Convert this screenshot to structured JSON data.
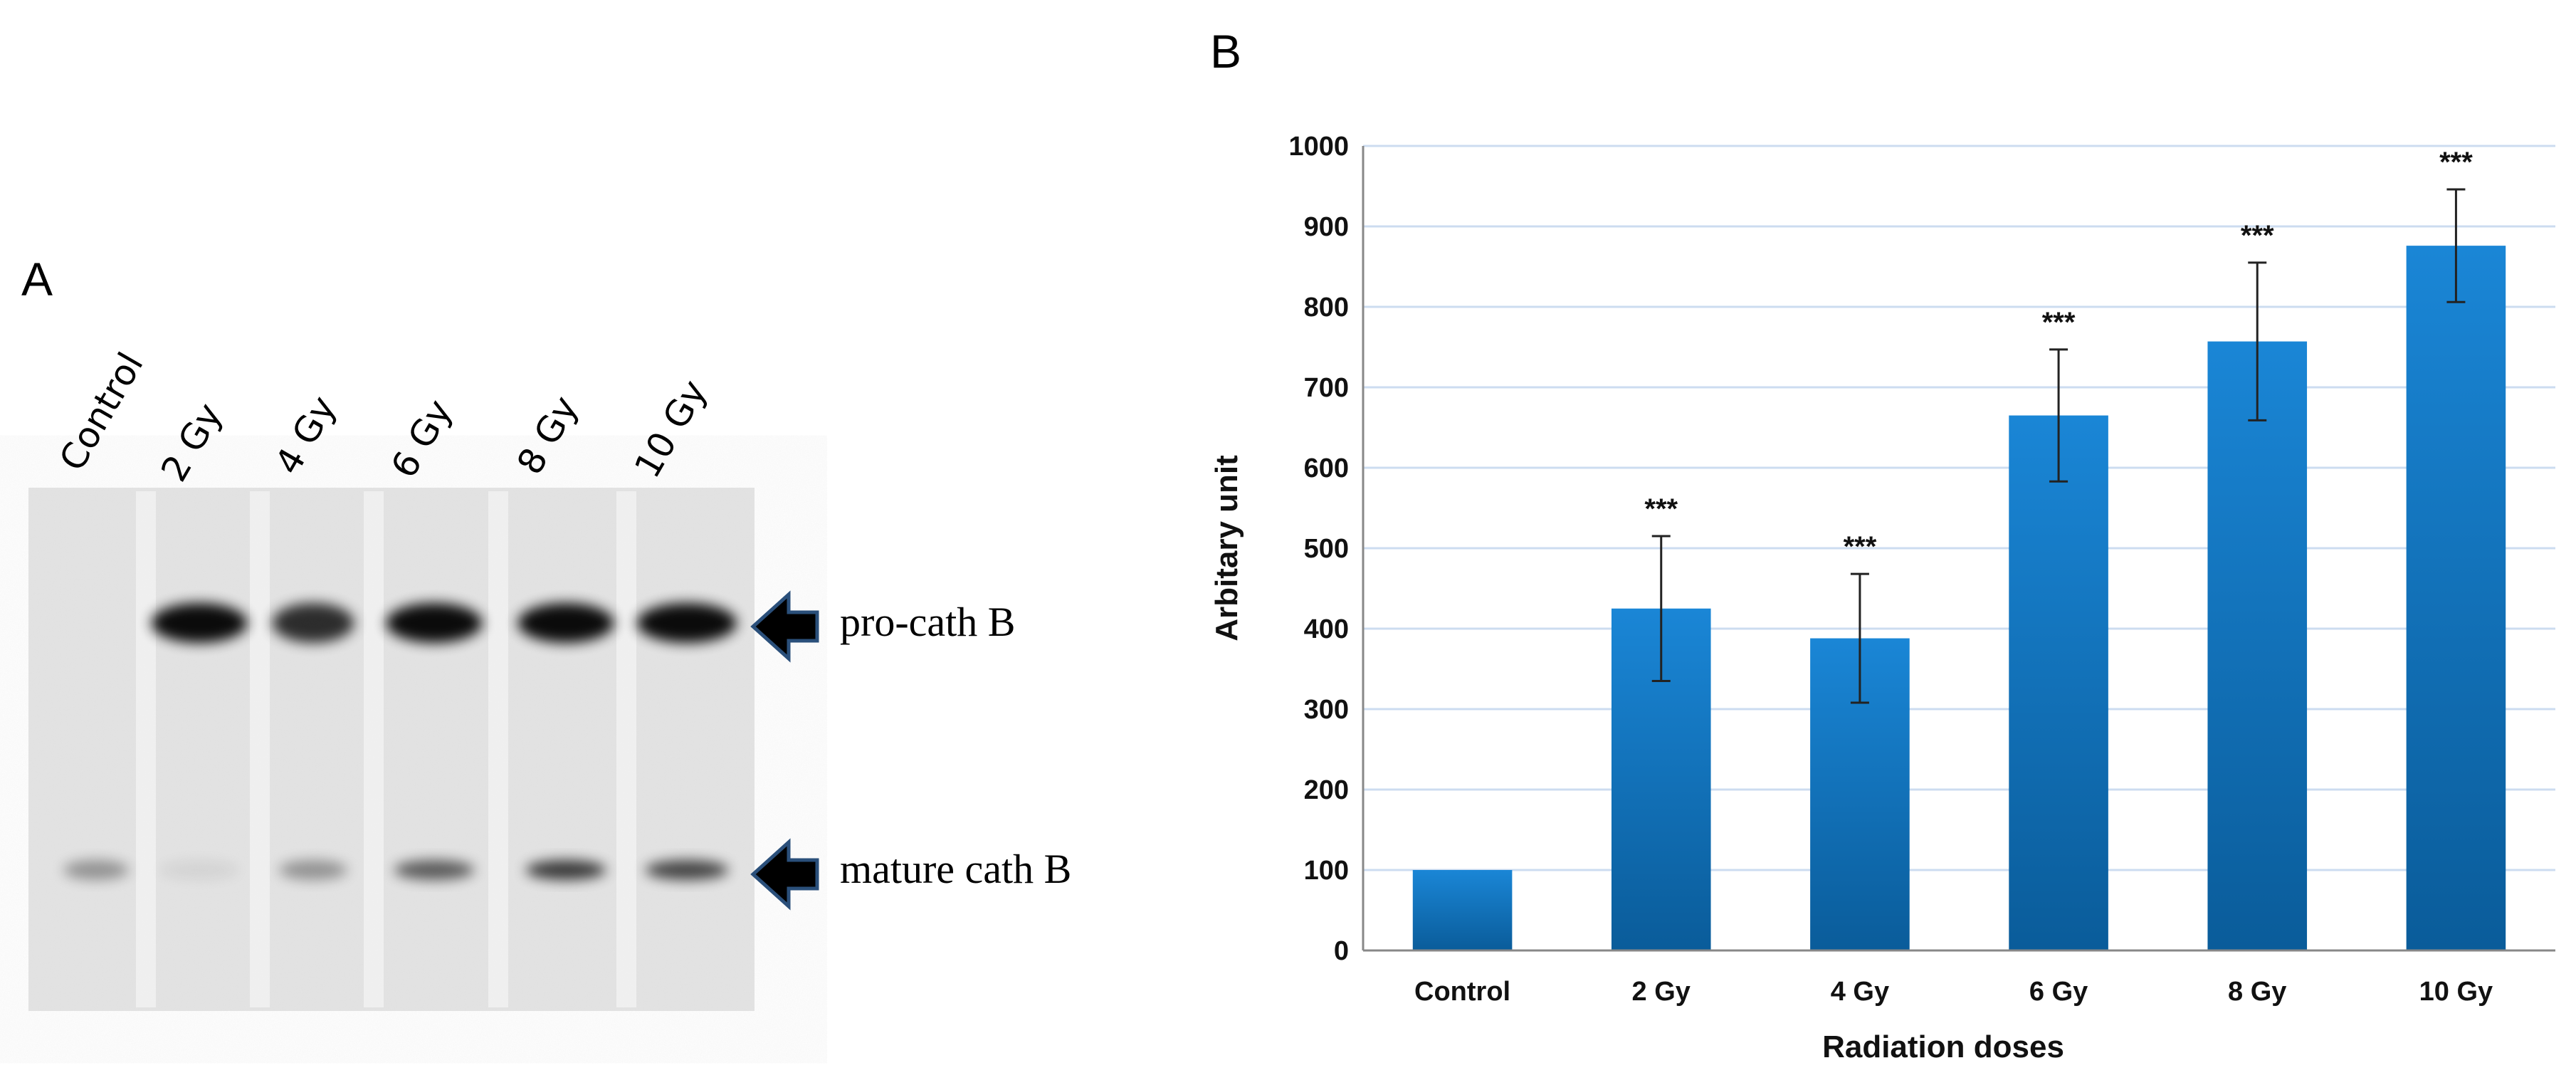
{
  "panel_a": {
    "letter": "A",
    "lanes": [
      "Control",
      "2 Gy",
      "4 Gy",
      "6 Gy",
      "8 Gy",
      "10 Gy"
    ],
    "band_labels": [
      "pro-cath B",
      "mature cath B"
    ],
    "arrow_icon": "arrow-left-icon",
    "pro_band_intensity": [
      0.0,
      0.95,
      0.8,
      0.95,
      0.95,
      0.95
    ],
    "mature_band_intensity": [
      0.35,
      0.06,
      0.35,
      0.6,
      0.75,
      0.7
    ]
  },
  "chart_data": {
    "type": "bar",
    "panel_letter": "B",
    "categories": [
      "Control",
      "2 Gy",
      "4 Gy",
      "6 Gy",
      "8 Gy",
      "10 Gy"
    ],
    "values": [
      100,
      425,
      388,
      665,
      757,
      876
    ],
    "errors": [
      0,
      90,
      80,
      82,
      98,
      70
    ],
    "annotations": [
      "",
      "***",
      "***",
      "***",
      "***",
      "***"
    ],
    "xlabel": "Radiation doses",
    "ylabel": "Arbitary unit",
    "ylim": [
      0,
      1000
    ],
    "yticks": [
      0,
      100,
      200,
      300,
      400,
      500,
      600,
      700,
      800,
      900,
      1000
    ],
    "grid": true,
    "bar_color_top": "#1a86d6",
    "bar_color_bottom": "#0a5c9a",
    "grid_color": "#ccdcf0"
  }
}
